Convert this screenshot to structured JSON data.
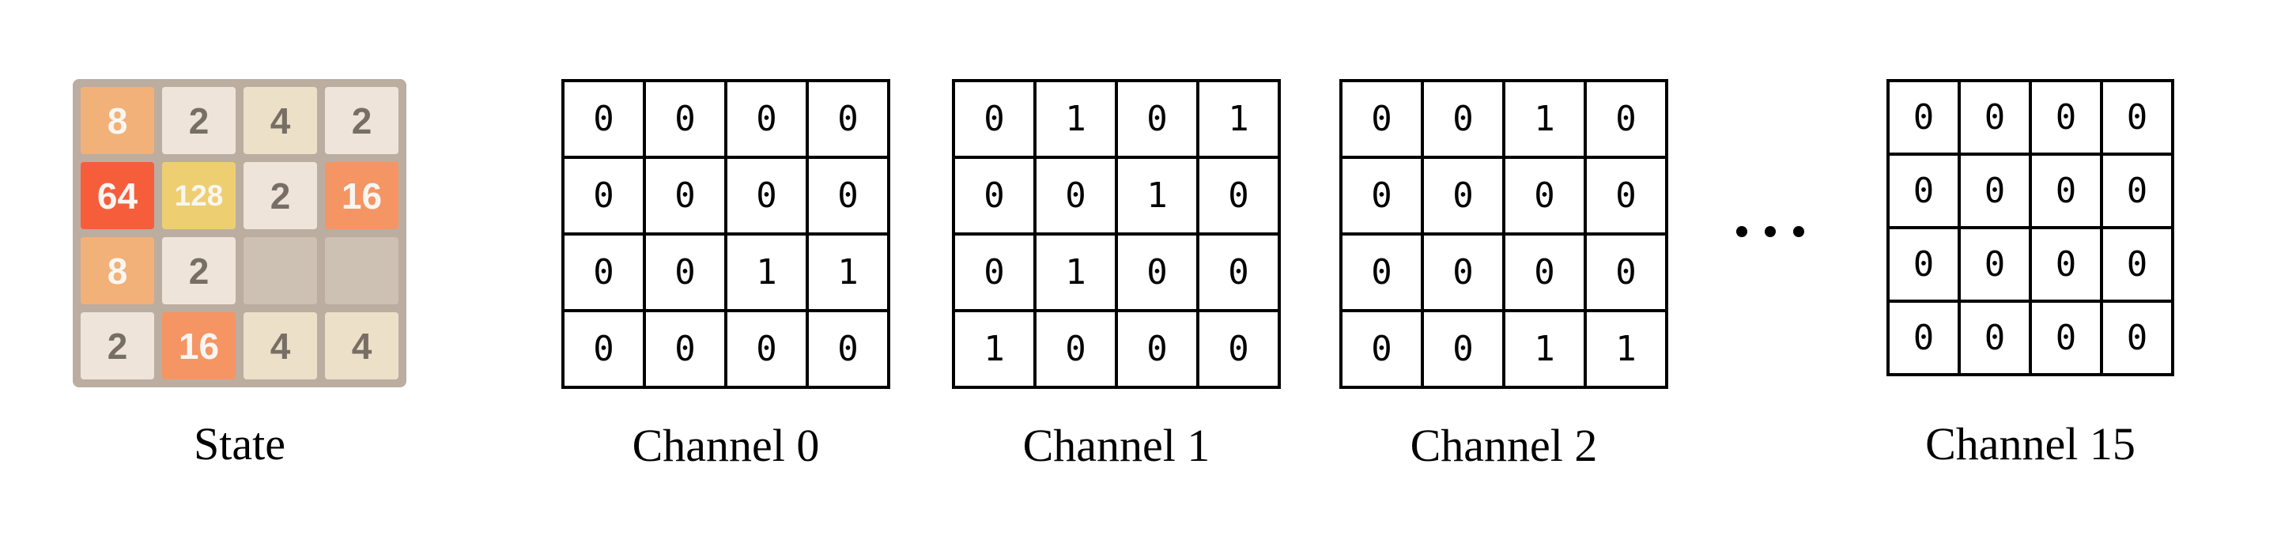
{
  "figure": {
    "background": "#ffffff"
  },
  "state_board": {
    "label": "State",
    "grid": [
      [
        "8",
        "2",
        "4",
        "2"
      ],
      [
        "64",
        "128",
        "2",
        "16"
      ],
      [
        "8",
        "2",
        "",
        ""
      ],
      [
        "2",
        "16",
        "4",
        "4"
      ]
    ],
    "board_color": "#bbada0",
    "empty_cell_color": "#cdc1b4",
    "tile_styles": {
      "2": {
        "bg": "#eee4da",
        "fg": "#776e65"
      },
      "4": {
        "bg": "#ede0c8",
        "fg": "#776e65"
      },
      "8": {
        "bg": "#f2b179",
        "fg": "#f9f6f2"
      },
      "16": {
        "bg": "#f59563",
        "fg": "#f9f6f2"
      },
      "64": {
        "bg": "#f65e3b",
        "fg": "#f9f6f2"
      },
      "128": {
        "bg": "#edcf72",
        "fg": "#f9f6f2"
      }
    }
  },
  "channels": [
    {
      "label": "Channel 0",
      "grid": [
        [
          0,
          0,
          0,
          0
        ],
        [
          0,
          0,
          0,
          0
        ],
        [
          0,
          0,
          1,
          1
        ],
        [
          0,
          0,
          0,
          0
        ]
      ]
    },
    {
      "label": "Channel 1",
      "grid": [
        [
          0,
          1,
          0,
          1
        ],
        [
          0,
          0,
          1,
          0
        ],
        [
          0,
          1,
          0,
          0
        ],
        [
          1,
          0,
          0,
          0
        ]
      ]
    },
    {
      "label": "Channel 2",
      "grid": [
        [
          0,
          0,
          1,
          0
        ],
        [
          0,
          0,
          0,
          0
        ],
        [
          0,
          0,
          0,
          0
        ],
        [
          0,
          0,
          1,
          1
        ]
      ]
    },
    {
      "label": "Channel 15",
      "grid": [
        [
          0,
          0,
          0,
          0
        ],
        [
          0,
          0,
          0,
          0
        ],
        [
          0,
          0,
          0,
          0
        ],
        [
          0,
          0,
          0,
          0
        ]
      ]
    }
  ],
  "ellipsis": {
    "icon": "ellipsis-dots",
    "count": 3,
    "color": "#000000"
  },
  "matrix": {
    "line_color": "#000000",
    "text_color": "#000000"
  }
}
